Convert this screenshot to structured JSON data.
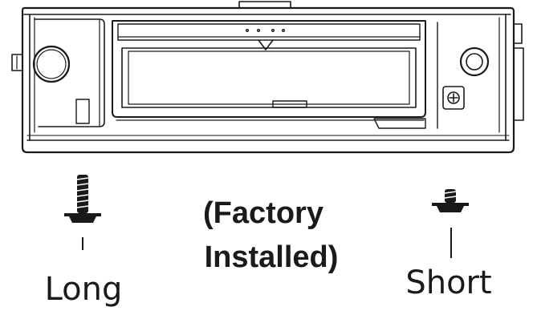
{
  "labels": {
    "long": "Long",
    "short": "Short",
    "factory_line1": "(Factory",
    "factory_line2": "Installed)"
  },
  "colors": {
    "ink": "#1a1a1a",
    "background": "#ffffff"
  }
}
